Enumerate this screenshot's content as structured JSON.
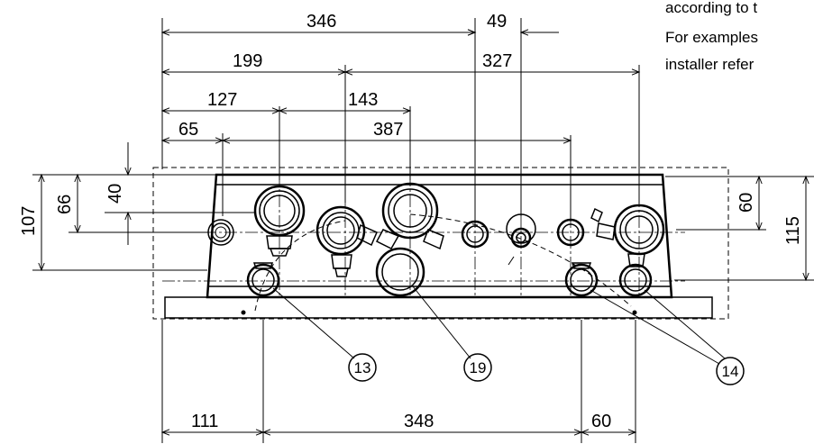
{
  "notes": {
    "line1": "according to t",
    "line2": "For examples",
    "line3": "installer refer"
  },
  "dimensions": {
    "d346": "346",
    "d49": "49",
    "d199": "199",
    "d327": "327",
    "d127": "127",
    "d143": "143",
    "d65": "65",
    "d387": "387",
    "d107": "107",
    "d66": "66",
    "d40": "40",
    "d60_right": "60",
    "d115": "115",
    "d111": "111",
    "d348": "348",
    "d60_bottom": "60"
  },
  "callouts": {
    "c13": "13",
    "c19": "19",
    "c14": "14"
  }
}
